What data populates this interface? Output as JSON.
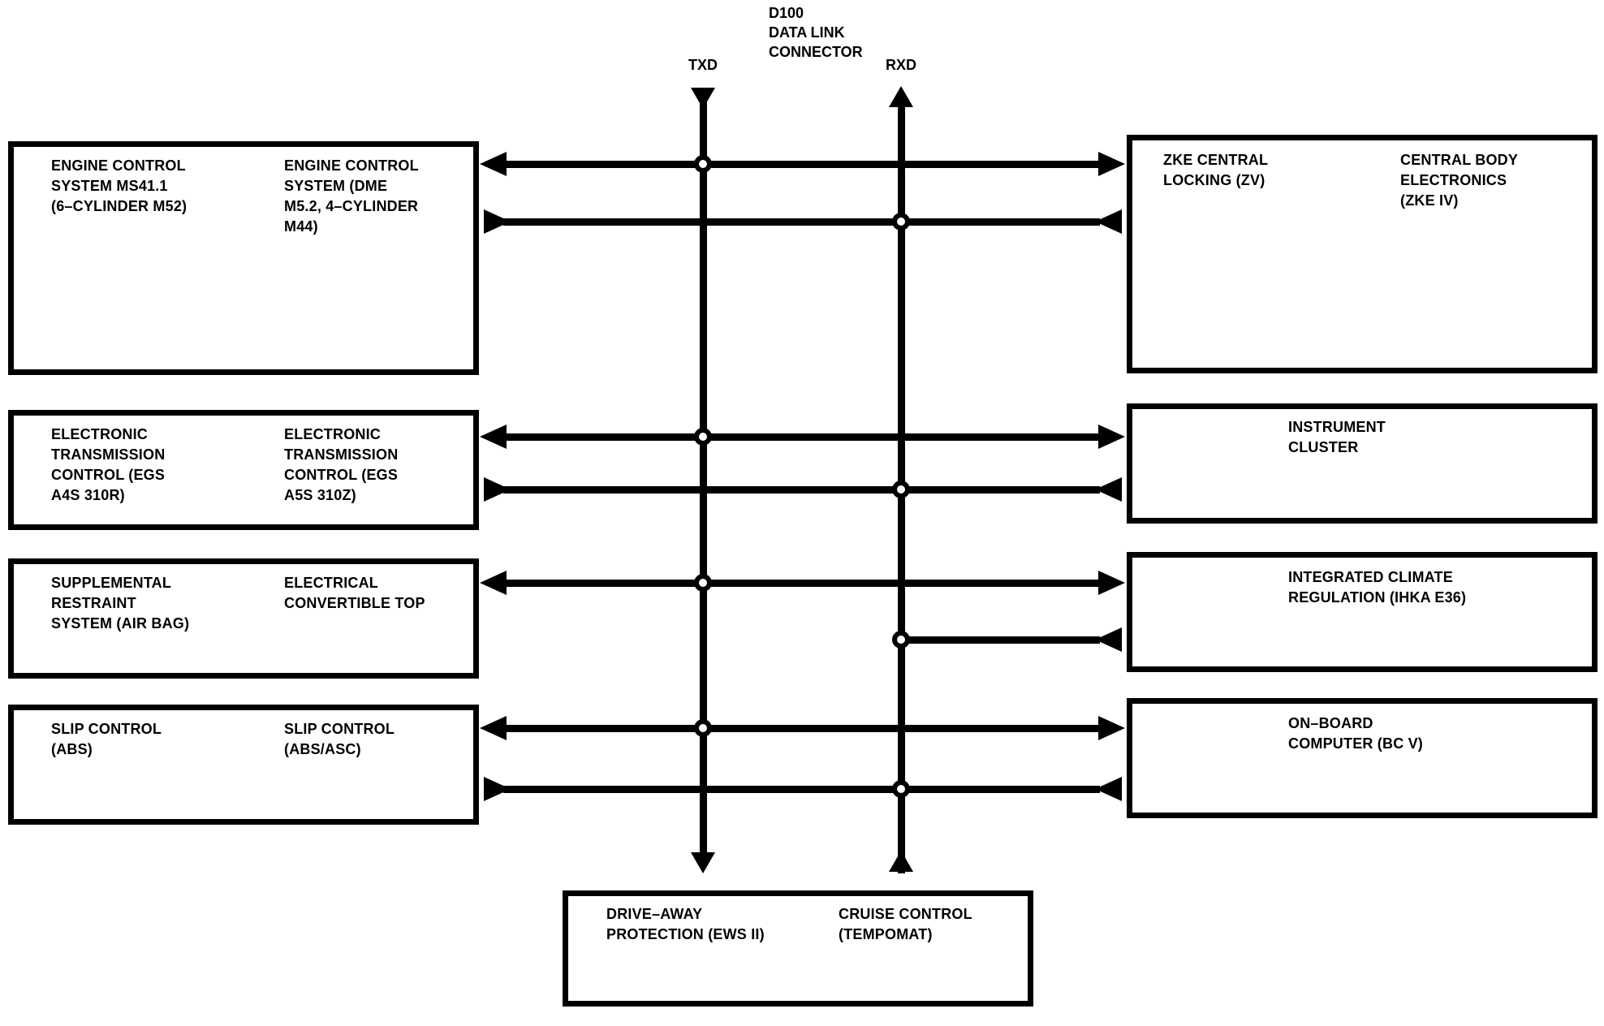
{
  "diagram": {
    "connector": {
      "label": "D100\nDATA LINK\nCONNECTOR",
      "txd": "TXD",
      "rxd": "RXD"
    },
    "modules": {
      "left": [
        {
          "col1": "ENGINE CONTROL\nSYSTEM MS41.1\n(6–CYLINDER M52)",
          "col2": "ENGINE CONTROL\nSYSTEM (DME\nM5.2, 4–CYLINDER\nM44)"
        },
        {
          "col1": "ELECTRONIC\nTRANSMISSION\nCONTROL (EGS\nA4S 310R)",
          "col2": "ELECTRONIC\nTRANSMISSION\nCONTROL (EGS\nA5S 310Z)"
        },
        {
          "col1": "SUPPLEMENTAL\nRESTRAINT\nSYSTEM (AIR BAG)",
          "col2": "ELECTRICAL\nCONVERTIBLE TOP"
        },
        {
          "col1": "SLIP CONTROL\n(ABS)",
          "col2": "SLIP CONTROL\n(ABS/ASC)"
        }
      ],
      "right": [
        {
          "col1": "ZKE CENTRAL\nLOCKING (ZV)",
          "col2": "CENTRAL BODY\nELECTRONICS\n(ZKE IV)"
        },
        {
          "text": "INSTRUMENT\nCLUSTER"
        },
        {
          "text": "INTEGRATED CLIMATE\nREGULATION (IHKA E36)"
        },
        {
          "text": "ON–BOARD\nCOMPUTER (BC V)"
        }
      ],
      "bottom": {
        "col1": "DRIVE–AWAY\nPROTECTION (EWS II)",
        "col2": "CRUISE CONTROL\n(TEMPOMAT)"
      }
    },
    "colors": {
      "ink": "#000000",
      "paper": "#ffffff"
    }
  }
}
